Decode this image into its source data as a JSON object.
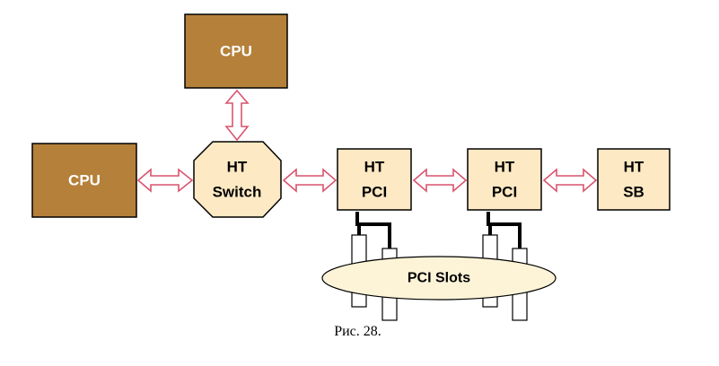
{
  "nodes": {
    "cpu_top": {
      "label": "CPU"
    },
    "cpu_left": {
      "label": "CPU"
    },
    "ht_switch": {
      "line1": "HT",
      "line2": "Switch"
    },
    "ht_pci_1": {
      "line1": "HT",
      "line2": "PCI"
    },
    "ht_pci_2": {
      "line1": "HT",
      "line2": "PCI"
    },
    "ht_sb": {
      "line1": "HT",
      "line2": "SB"
    },
    "pci_slots": {
      "label": "PCI Slots"
    }
  },
  "caption": "Рис. 28.",
  "colors": {
    "cpu_fill": "#b5803a",
    "ht_fill": "#fde9c3",
    "slots_fill": "#fdf4d8",
    "arrow_stroke": "#d9546e",
    "outline": "#000000"
  }
}
